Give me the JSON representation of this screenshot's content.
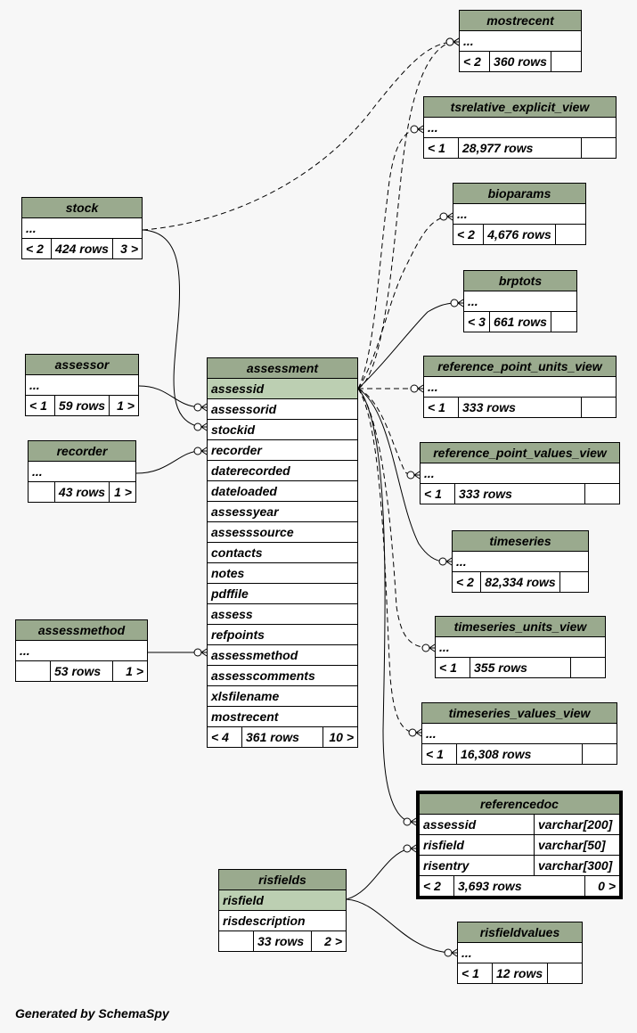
{
  "footer": "Generated by SchemaSpy",
  "tables": {
    "mostrecent": {
      "name": "mostrecent",
      "rows": [
        {
          "name": "..."
        }
      ],
      "foot": [
        "< 2",
        "360 rows",
        ""
      ]
    },
    "tsrelative_explicit_view": {
      "name": "tsrelative_explicit_view",
      "rows": [
        {
          "name": "..."
        }
      ],
      "foot": [
        "< 1",
        "28,977 rows",
        ""
      ]
    },
    "bioparams": {
      "name": "bioparams",
      "rows": [
        {
          "name": "..."
        }
      ],
      "foot": [
        "< 2",
        "4,676 rows",
        ""
      ]
    },
    "brptots": {
      "name": "brptots",
      "rows": [
        {
          "name": "..."
        }
      ],
      "foot": [
        "< 3",
        "661 rows",
        ""
      ]
    },
    "reference_point_units_view": {
      "name": "reference_point_units_view",
      "rows": [
        {
          "name": "..."
        }
      ],
      "foot": [
        "< 1",
        "333 rows",
        ""
      ]
    },
    "reference_point_values_view": {
      "name": "reference_point_values_view",
      "rows": [
        {
          "name": "..."
        }
      ],
      "foot": [
        "< 1",
        "333 rows",
        ""
      ]
    },
    "timeseries": {
      "name": "timeseries",
      "rows": [
        {
          "name": "..."
        }
      ],
      "foot": [
        "< 2",
        "82,334 rows",
        ""
      ]
    },
    "timeseries_units_view": {
      "name": "timeseries_units_view",
      "rows": [
        {
          "name": "..."
        }
      ],
      "foot": [
        "< 1",
        "355 rows",
        ""
      ]
    },
    "timeseries_values_view": {
      "name": "timeseries_values_view",
      "rows": [
        {
          "name": "..."
        }
      ],
      "foot": [
        "< 1",
        "16,308 rows",
        ""
      ]
    },
    "stock": {
      "name": "stock",
      "rows": [
        {
          "name": "..."
        }
      ],
      "foot": [
        "< 2",
        "424 rows",
        "3 >"
      ]
    },
    "assessor": {
      "name": "assessor",
      "rows": [
        {
          "name": "..."
        }
      ],
      "foot": [
        "< 1",
        "59 rows",
        "1 >"
      ]
    },
    "recorder": {
      "name": "recorder",
      "rows": [
        {
          "name": "..."
        }
      ],
      "foot": [
        "",
        "43 rows",
        "1 >"
      ]
    },
    "assessmethod": {
      "name": "assessmethod",
      "rows": [
        {
          "name": "..."
        }
      ],
      "foot": [
        "",
        "53 rows",
        "1 >"
      ]
    },
    "assessment": {
      "name": "assessment",
      "rows": [
        {
          "name": "assessid",
          "pk": true
        },
        {
          "name": "assessorid"
        },
        {
          "name": "stockid"
        },
        {
          "name": "recorder"
        },
        {
          "name": "daterecorded"
        },
        {
          "name": "dateloaded"
        },
        {
          "name": "assessyear"
        },
        {
          "name": "assesssource"
        },
        {
          "name": "contacts"
        },
        {
          "name": "notes"
        },
        {
          "name": "pdffile"
        },
        {
          "name": "assess"
        },
        {
          "name": "refpoints"
        },
        {
          "name": "assessmethod"
        },
        {
          "name": "assesscomments"
        },
        {
          "name": "xlsfilename"
        },
        {
          "name": "mostrecent"
        }
      ],
      "foot": [
        "< 4",
        "361 rows",
        "10 >"
      ]
    },
    "referencedoc": {
      "name": "referencedoc",
      "rows": [
        {
          "name": "assessid",
          "type": "varchar[200]"
        },
        {
          "name": "risfield",
          "type": "varchar[50]"
        },
        {
          "name": "risentry",
          "type": "varchar[300]"
        }
      ],
      "foot": [
        "< 2",
        "3,693 rows",
        "0 >"
      ]
    },
    "risfields": {
      "name": "risfields",
      "rows": [
        {
          "name": "risfield",
          "pk": true
        },
        {
          "name": "risdescription"
        }
      ],
      "foot": [
        "",
        "33 rows",
        "2 >"
      ]
    },
    "risfieldvalues": {
      "name": "risfieldvalues",
      "rows": [
        {
          "name": "..."
        }
      ],
      "foot": [
        "< 1",
        "12 rows",
        ""
      ]
    }
  },
  "relationships": [
    {
      "from": "stock",
      "to": "mostrecent",
      "style": "dashed"
    },
    {
      "from": "assessment",
      "to": "mostrecent",
      "style": "dashed"
    },
    {
      "from": "assessment",
      "to": "tsrelative_explicit_view",
      "style": "dashed"
    },
    {
      "from": "assessment",
      "to": "bioparams",
      "style": "dashed"
    },
    {
      "from": "assessment",
      "to": "brptots",
      "style": "solid"
    },
    {
      "from": "assessment",
      "to": "reference_point_units_view",
      "style": "dashed"
    },
    {
      "from": "assessment",
      "to": "reference_point_values_view",
      "style": "dashed"
    },
    {
      "from": "assessment",
      "to": "timeseries",
      "style": "solid"
    },
    {
      "from": "assessment",
      "to": "timeseries_units_view",
      "style": "dashed"
    },
    {
      "from": "assessment",
      "to": "timeseries_values_view",
      "style": "dashed"
    },
    {
      "from": "assessment",
      "to": "referencedoc",
      "style": "solid"
    },
    {
      "from": "assessor",
      "to": "assessment",
      "style": "solid"
    },
    {
      "from": "stock",
      "to": "assessment",
      "style": "solid"
    },
    {
      "from": "recorder",
      "to": "assessment",
      "style": "solid"
    },
    {
      "from": "assessmethod",
      "to": "assessment",
      "style": "solid"
    },
    {
      "from": "risfields",
      "to": "referencedoc",
      "style": "solid"
    },
    {
      "from": "risfields",
      "to": "risfieldvalues",
      "style": "solid"
    }
  ]
}
